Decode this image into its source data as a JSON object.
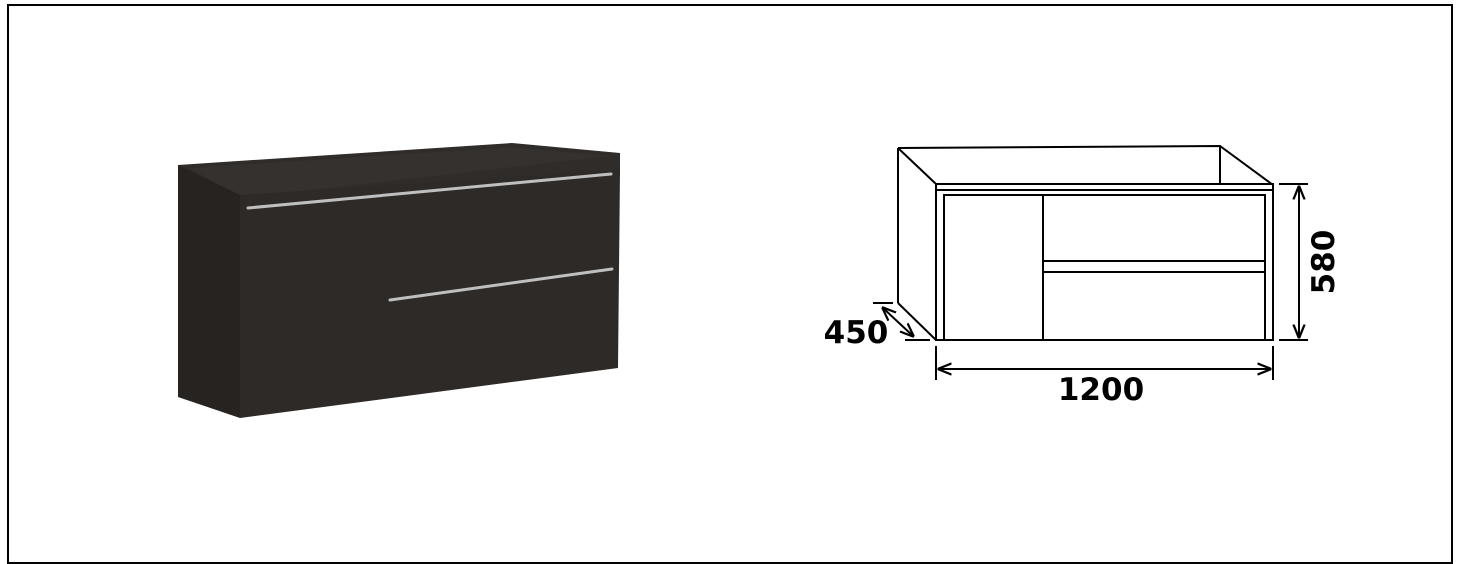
{
  "colors": {
    "cabinet_body": "#2d2a28",
    "cabinet_top_edge": "#3a3634",
    "cabinet_side": "#262321",
    "handle": "#bfbfbf",
    "line_drawing": "#000000",
    "frame": "#000000"
  },
  "dimensions": {
    "width": "1200",
    "depth": "450",
    "height": "580"
  }
}
